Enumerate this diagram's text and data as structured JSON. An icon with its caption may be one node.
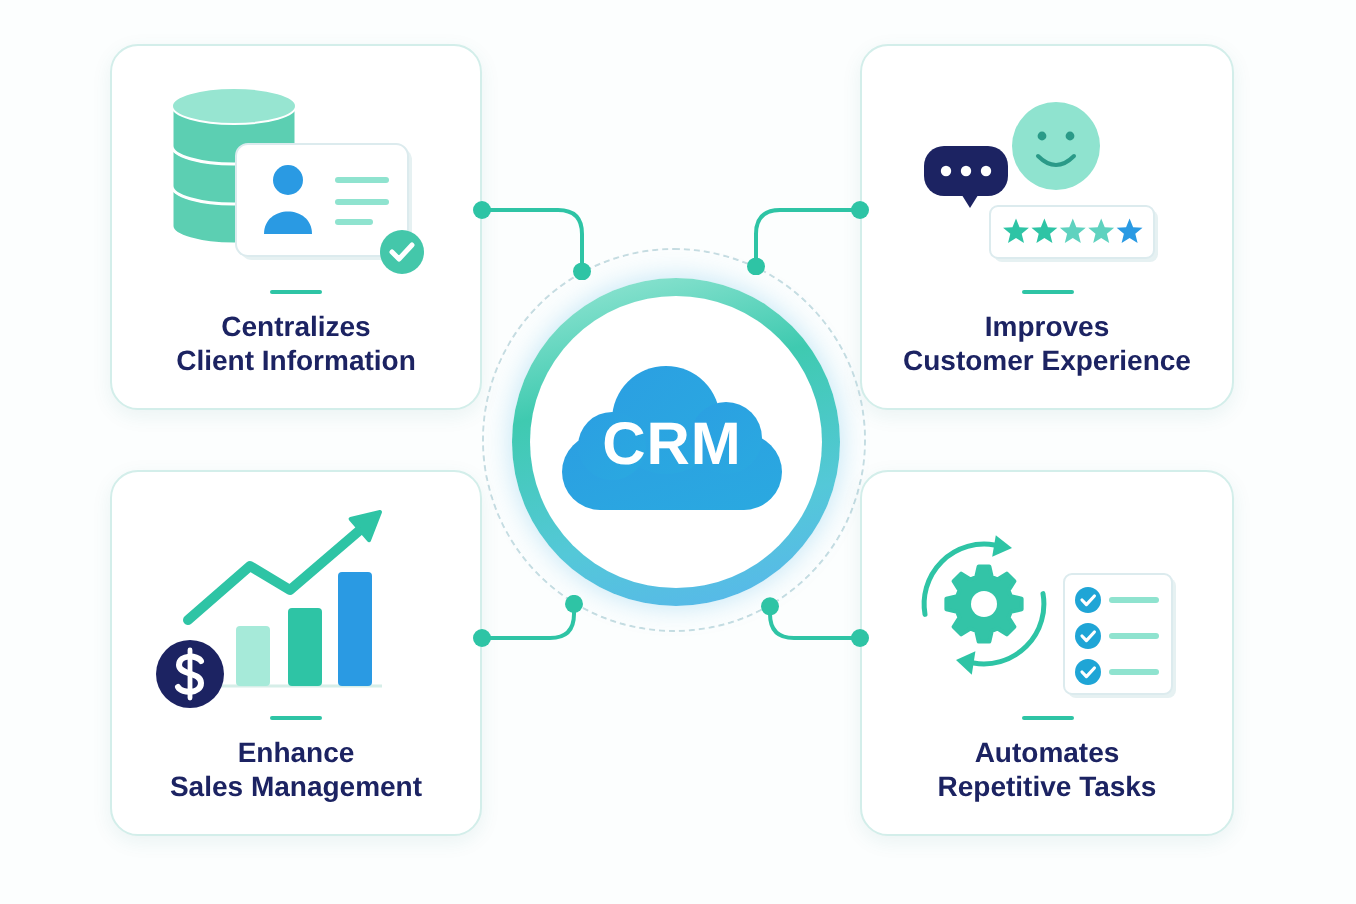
{
  "diagram": {
    "nodes": [
      {
        "text": [
          "Centralizes Client Information"
        ]
      },
      {
        "text": [
          "Improves Customer Experience"
        ]
      },
      {
        "text": [
          "CRM"
        ]
      },
      {
        "text": [
          "Enhance Sales Management"
        ]
      },
      {
        "text": [
          "Automates Repetitive Tasks"
        ]
      }
    ],
    "edges": [
      {
        "from": 2,
        "to": 0,
        "arrow": "other"
      },
      {
        "from": 2,
        "to": 1,
        "arrow": "other"
      },
      {
        "from": 2,
        "to": 3,
        "arrow": "other"
      },
      {
        "from": 2,
        "to": 4,
        "arrow": "other"
      }
    ]
  }
}
